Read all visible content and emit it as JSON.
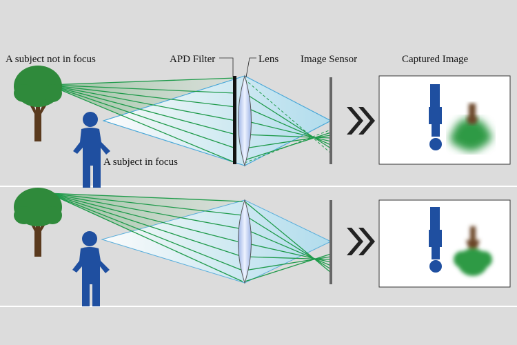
{
  "labels": {
    "subject_not_in_focus": "A subject not in focus",
    "apd_filter": "APD Filter",
    "lens": "Lens",
    "image_sensor": "Image Sensor",
    "captured_image": "Captured Image",
    "subject_in_focus": "A subject in focus"
  },
  "colors": {
    "background": "#dcdcdc",
    "person": "#1f4fa0",
    "tree_foliage": "#2f8a3b",
    "tree_trunk": "#5a3a1e",
    "ray_green": "#1e9a4a",
    "ray_blue": "#4aa8d8",
    "lens_fill": "#c9d8f2",
    "sensor": "#666666",
    "divider": "#ffffff"
  },
  "icons": [
    "tree-icon",
    "person-icon",
    "lens-icon",
    "apd-filter-icon",
    "image-sensor-icon",
    "double-chevron-icon"
  ]
}
